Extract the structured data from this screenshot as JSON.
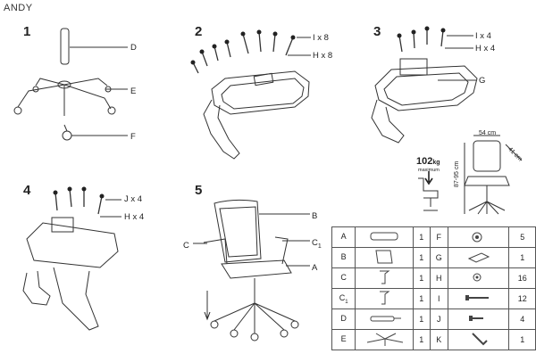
{
  "title": "ANDY",
  "steps": {
    "s1": {
      "num": "1",
      "labels": {
        "d": "D",
        "e": "E",
        "f": "F"
      }
    },
    "s2": {
      "num": "2",
      "labels": {
        "i": "I x 8",
        "h": "H x 8"
      }
    },
    "s3": {
      "num": "3",
      "labels": {
        "i": "I x 4",
        "h": "H x 4",
        "g": "G"
      }
    },
    "s4": {
      "num": "4",
      "labels": {
        "j": "J x 4",
        "h": "H x 4"
      }
    },
    "s5": {
      "num": "5",
      "labels": {
        "b": "B",
        "c": "C",
        "c1": "C",
        "c1_sub": "1",
        "a": "A"
      }
    }
  },
  "dims": {
    "width": "54 cm",
    "depth": "41 cm",
    "height": "87-95 cm"
  },
  "weight": {
    "value": "102",
    "unit": "kg",
    "caption": "maximum"
  },
  "parts_table": {
    "rows": [
      {
        "left_letter": "A",
        "left_sub": "",
        "left_icon": "seat-icon",
        "left_qty": "1",
        "right_letter": "F",
        "right_icon": "caster-icon",
        "right_qty": "5"
      },
      {
        "left_letter": "B",
        "left_sub": "",
        "left_icon": "backrest-icon",
        "left_qty": "1",
        "right_letter": "G",
        "right_icon": "mechanism-icon",
        "right_qty": "1"
      },
      {
        "left_letter": "C",
        "left_sub": "",
        "left_icon": "armrest-icon",
        "left_qty": "1",
        "right_letter": "H",
        "right_icon": "washer-icon",
        "right_qty": "16"
      },
      {
        "left_letter": "C",
        "left_sub": "1",
        "left_icon": "armrest-icon",
        "left_qty": "1",
        "right_letter": "I",
        "right_icon": "long-bolt-icon",
        "right_qty": "12"
      },
      {
        "left_letter": "D",
        "left_sub": "",
        "left_icon": "gas-lift-icon",
        "left_qty": "1",
        "right_letter": "J",
        "right_icon": "short-bolt-icon",
        "right_qty": "4"
      },
      {
        "left_letter": "E",
        "left_sub": "",
        "left_icon": "star-base-icon",
        "left_qty": "1",
        "right_letter": "K",
        "right_icon": "allen-key-icon",
        "right_qty": "1"
      }
    ]
  }
}
